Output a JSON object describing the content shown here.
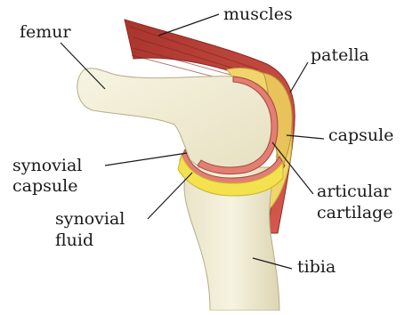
{
  "labels": {
    "muscles": "muscles",
    "femur": "femur",
    "patella": "patella",
    "capsule": "capsule",
    "synovial_capsule_line1": "synovial",
    "synovial_capsule_line2": "capsule",
    "articular_cartilage_line1": "articular",
    "articular_cartilage_line2": "cartilage",
    "synovial_fluid_line1": "synovial",
    "synovial_fluid_line2": "fluid",
    "tibia": "tibia"
  },
  "colors": {
    "bone": "#f2eed6",
    "bone_shadow": "#d8d2b0",
    "muscle": "#c8423a",
    "muscle_dark": "#8e2a24",
    "cartilage": "#e27e72",
    "synovial_fluid": "#f3e24e",
    "capsule": "#f0d56c",
    "leader_line": "#1a1a1a"
  }
}
